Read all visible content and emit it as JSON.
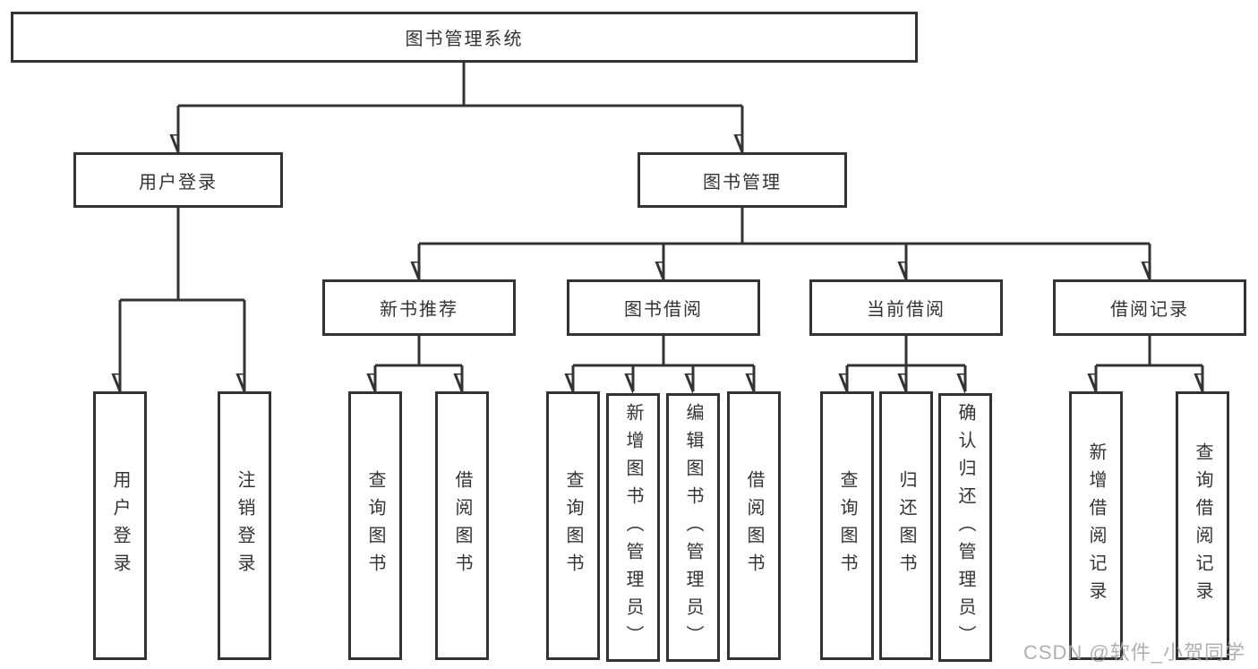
{
  "diagram": {
    "title": "图书管理系统",
    "root": {
      "label": "图书管理系统"
    },
    "level2": [
      {
        "label": "用户登录"
      },
      {
        "label": "图书管理"
      }
    ],
    "level3": [
      {
        "label": "新书推荐"
      },
      {
        "label": "图书借阅"
      },
      {
        "label": "当前借阅"
      },
      {
        "label": "借阅记录"
      }
    ],
    "leaves": {
      "user_login": [
        {
          "label": "用户登录"
        },
        {
          "label": "注销登录"
        }
      ],
      "new_book_rec": [
        {
          "label": "查询图书"
        },
        {
          "label": "借阅图书"
        }
      ],
      "book_borrow": [
        {
          "label": "查询图书"
        },
        {
          "label": "新增图书（管理员）"
        },
        {
          "label": "编辑图书（管理员）"
        },
        {
          "label": "借阅图书"
        }
      ],
      "current_borrow": [
        {
          "label": "查询图书"
        },
        {
          "label": "归还图书"
        },
        {
          "label": "确认归还（管理员）"
        }
      ],
      "borrow_records": [
        {
          "label": "新增借阅记录"
        },
        {
          "label": "查询借阅记录"
        }
      ]
    }
  },
  "watermark": {
    "text": "CSDN @软件_小贺同学"
  },
  "colors": {
    "line": "#333333",
    "text": "#333333",
    "background": "#ffffff",
    "watermark": "#a8a8a8"
  }
}
